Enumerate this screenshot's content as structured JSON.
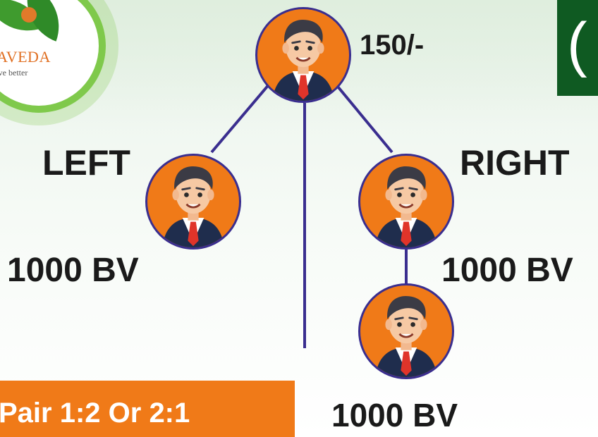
{
  "logo": {
    "name": "RAVEDA",
    "tagline": "ou live better"
  },
  "top_right_box": {
    "text": "("
  },
  "nodes": {
    "top": {
      "amount": "150/-"
    },
    "left": {
      "side": "LEFT",
      "bv": "1000 BV"
    },
    "right": {
      "side": "RIGHT",
      "bv": "1000 BV"
    },
    "bottom": {
      "bv": "1000 BV"
    }
  },
  "pair": {
    "text": "Pair 1:2 Or 2:1"
  },
  "colors": {
    "avatar_bg": "#f07a18",
    "line": "#3a2e8f",
    "green_box": "#0f5a22",
    "pair_box": "#f07a18"
  }
}
